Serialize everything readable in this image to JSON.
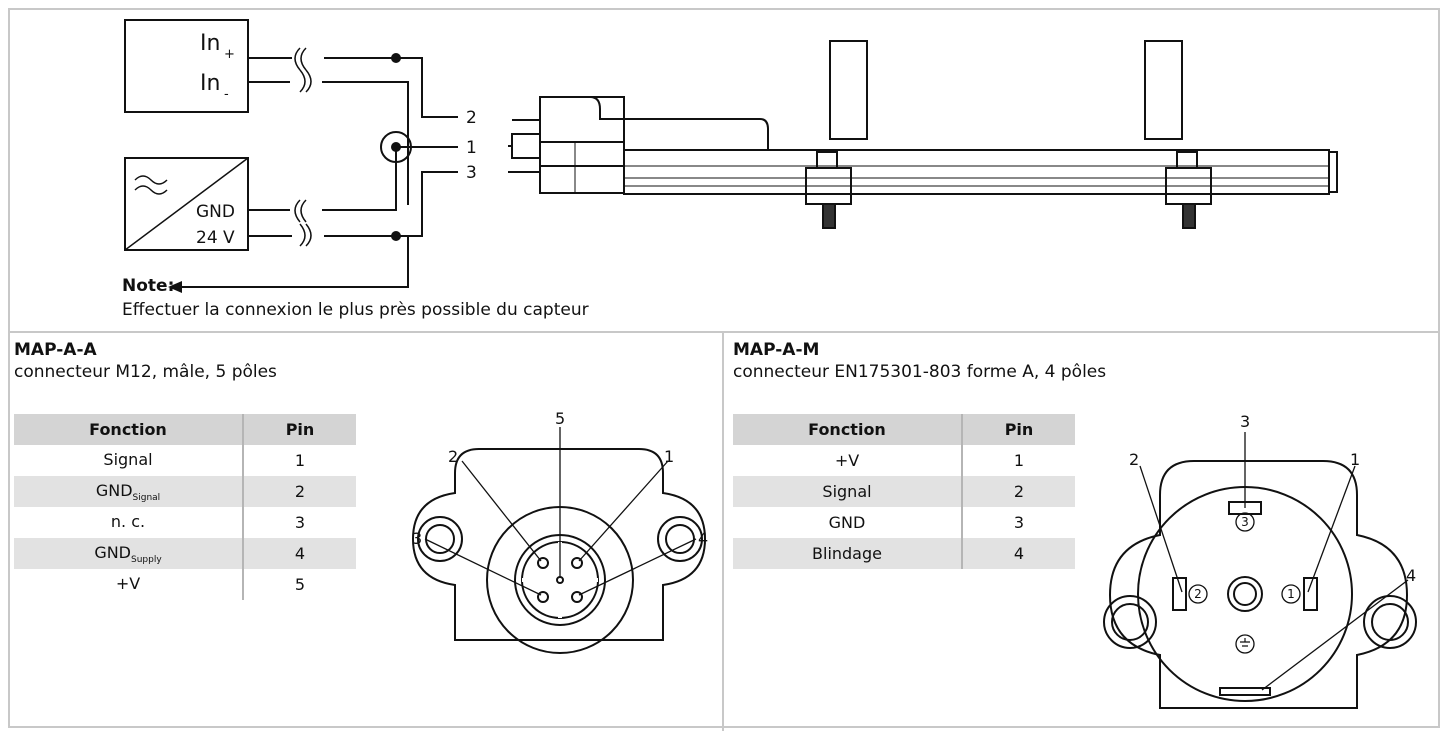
{
  "top": {
    "in_plus_label": "In",
    "in_plus_sub": "+",
    "in_minus_label": "In",
    "in_minus_sub": "-",
    "gnd_label": "GND",
    "v24_label": "24 V",
    "wire_numbers": [
      "2",
      "1",
      "3"
    ],
    "note_title": "Note:",
    "note_text": "Effectuer la connexion le plus près possible du capteur"
  },
  "left": {
    "title": "MAP-A-A",
    "subtitle": "connecteur M12, mâle, 5 pôles",
    "headers": [
      "Fonction",
      "Pin"
    ],
    "rows": [
      {
        "func": "Signal",
        "sub": "",
        "pin": "1"
      },
      {
        "func": "GND",
        "sub": "Signal",
        "pin": "2"
      },
      {
        "func": "n. c.",
        "sub": "",
        "pin": "3"
      },
      {
        "func": "GND",
        "sub": "Supply",
        "pin": "4"
      },
      {
        "func": "+V",
        "sub": "",
        "pin": "5"
      }
    ],
    "pin_labels": [
      "1",
      "2",
      "3",
      "4",
      "5"
    ]
  },
  "right": {
    "title": "MAP-A-M",
    "subtitle": "connecteur EN175301-803 forme A, 4 pôles",
    "headers": [
      "Fonction",
      "Pin"
    ],
    "rows": [
      {
        "func": "+V",
        "sub": "",
        "pin": "1"
      },
      {
        "func": "Signal",
        "sub": "",
        "pin": "2"
      },
      {
        "func": "GND",
        "sub": "",
        "pin": "3"
      },
      {
        "func": "Blindage",
        "sub": "",
        "pin": "4"
      }
    ],
    "pin_labels": [
      "1",
      "2",
      "3",
      "4"
    ],
    "marked_pins": [
      "1",
      "2",
      "3"
    ]
  }
}
